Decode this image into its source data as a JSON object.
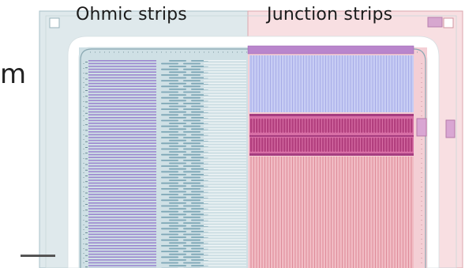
{
  "labels": {
    "ohmic": "Ohmic strips",
    "junction": "Junction strips",
    "unit": "m"
  },
  "colors": {
    "background": "#ffffff",
    "frame_left": "#b5ccd4",
    "frame_right": "#e8b8bd",
    "ohmic_strip_purple": "#9b86cf",
    "ohmic_strip_teal": "#7ea7b6",
    "junction_blue": "#c7cdf4",
    "junction_magenta": "#c8528f",
    "junction_red": "#ecadb7",
    "guard_ring": "#ffffff"
  },
  "diagram": {
    "regions": [
      "ohmic-side",
      "junction-side"
    ],
    "features": [
      "guard-ring",
      "strip-array",
      "bias-pads"
    ]
  }
}
